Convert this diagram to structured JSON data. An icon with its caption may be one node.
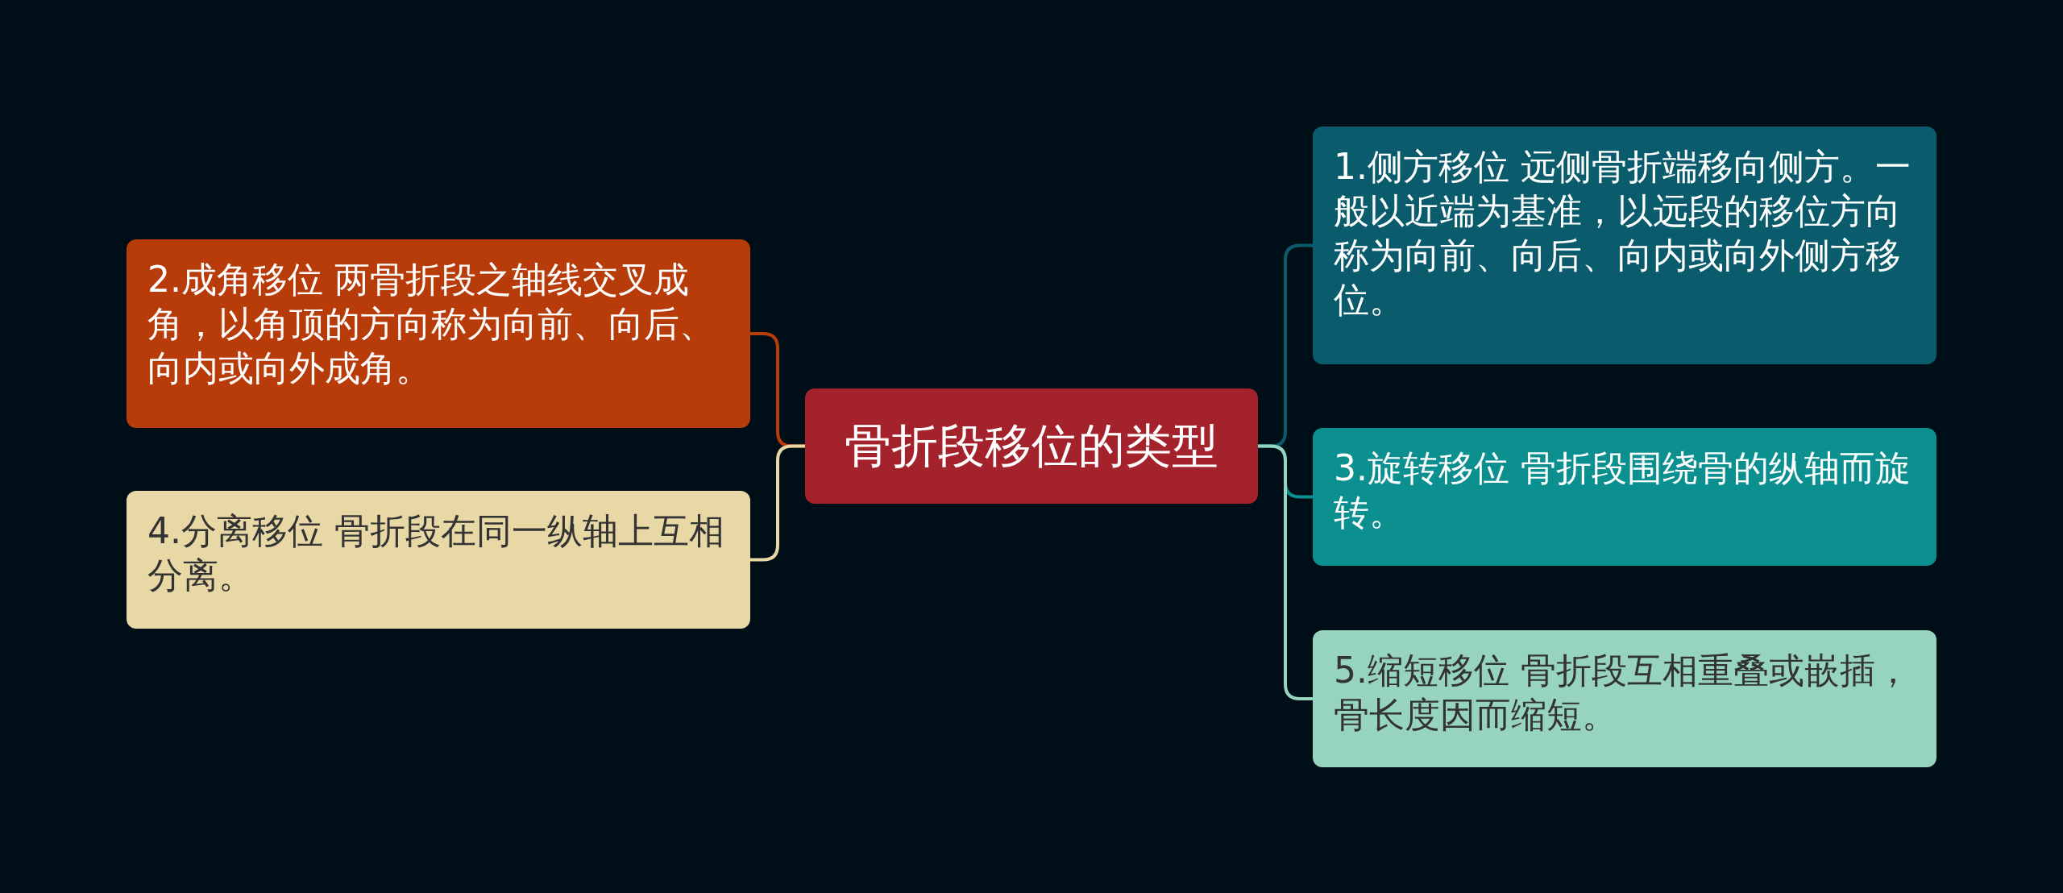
{
  "diagram": {
    "nodes": [
      {
        "text": [
          "骨折段移位的类型"
        ]
      },
      {
        "text": [
          "1.侧方移位 远侧骨折端移向侧方。一般以近端为基准，以远段的移位方向称为向前、向后、向内或向外侧方移位。"
        ]
      },
      {
        "text": [
          "2.成角移位 两骨折段之轴线交叉成角，以角顶的方向称为向前、向后、向内或向外成角。"
        ]
      },
      {
        "text": [
          "3.旋转移位 骨折段围绕骨的纵轴而旋转。"
        ]
      },
      {
        "text": [
          "4.分离移位 骨折段在同一纵轴上互相分离。"
        ]
      },
      {
        "text": [
          "5.缩短移位 骨折段互相重叠或嵌插，骨长度因而缩短。"
        ]
      }
    ],
    "edges": [
      {
        "from": 0,
        "to": 1,
        "arrow": "none",
        "color": "#0a5b6b"
      },
      {
        "from": 0,
        "to": 2,
        "arrow": "none",
        "color": "#b83c0a"
      },
      {
        "from": 0,
        "to": 3,
        "arrow": "none",
        "color": "#0b8f8f"
      },
      {
        "from": 0,
        "to": 4,
        "arrow": "none",
        "color": "#e8d8a6"
      },
      {
        "from": 0,
        "to": 5,
        "arrow": "none",
        "color": "#97d4bd"
      }
    ]
  }
}
